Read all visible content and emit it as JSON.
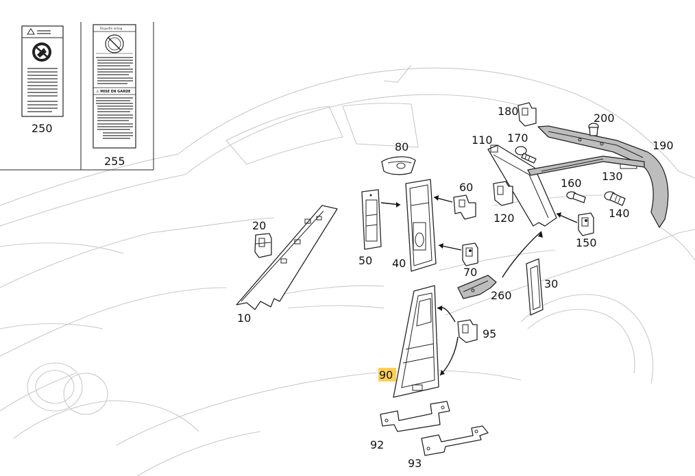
{
  "inset": {
    "label_250": "250",
    "label_255": "255",
    "sticker_255_header": "Étiquette airbag",
    "sticker_255_section": "⚠ MISE EN GARDE"
  },
  "parts": [
    {
      "id": "p10",
      "number": "10"
    },
    {
      "id": "p20",
      "number": "20"
    },
    {
      "id": "p30",
      "number": "30"
    },
    {
      "id": "p40",
      "number": "40"
    },
    {
      "id": "p50",
      "number": "50"
    },
    {
      "id": "p60",
      "number": "60"
    },
    {
      "id": "p70",
      "number": "70"
    },
    {
      "id": "p80",
      "number": "80"
    },
    {
      "id": "p90",
      "number": "90",
      "highlighted": true
    },
    {
      "id": "p92",
      "number": "92"
    },
    {
      "id": "p93",
      "number": "93"
    },
    {
      "id": "p95",
      "number": "95"
    },
    {
      "id": "p110",
      "number": "110"
    },
    {
      "id": "p120",
      "number": "120"
    },
    {
      "id": "p130",
      "number": "130"
    },
    {
      "id": "p140",
      "number": "140"
    },
    {
      "id": "p150",
      "number": "150"
    },
    {
      "id": "p160",
      "number": "160"
    },
    {
      "id": "p170",
      "number": "170"
    },
    {
      "id": "p180",
      "number": "180"
    },
    {
      "id": "p190",
      "number": "190"
    },
    {
      "id": "p200",
      "number": "200"
    },
    {
      "id": "p260",
      "number": "260"
    }
  ],
  "colors": {
    "highlight": "#ffc83a",
    "car_outline": "#c8c8c8",
    "part_outline": "#222222"
  }
}
